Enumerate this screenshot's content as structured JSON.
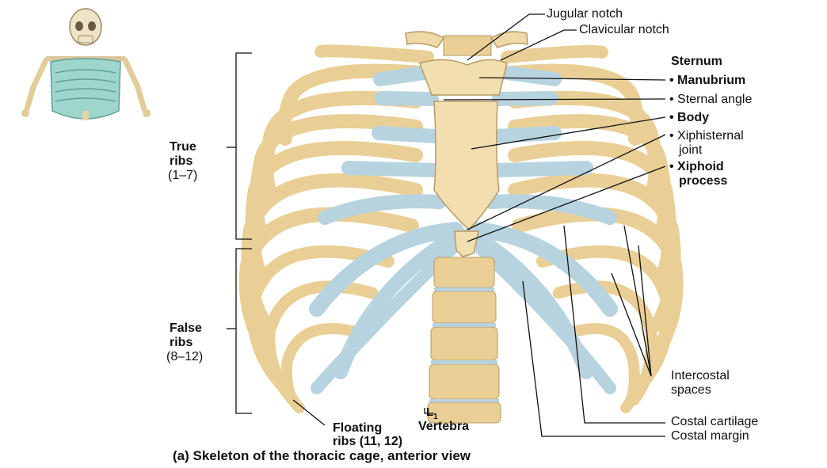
{
  "labels": {
    "jugular_notch": "Jugular notch",
    "clavicular_notch": "Clavicular notch",
    "sternum": "Sternum",
    "manubrium": "• Manubrium",
    "sternal_angle": "• Sternal angle",
    "body": "• Body",
    "xiphisternal_1": "• Xiphisternal",
    "xiphisternal_2": "joint",
    "xiphoid_1": "• Xiphoid",
    "xiphoid_2": "process",
    "true_ribs_1": "True",
    "true_ribs_2": "ribs",
    "true_ribs_3": "(1–7)",
    "false_ribs_1": "False",
    "false_ribs_2": "ribs",
    "false_ribs_3": "(8–12)",
    "floating_1": "Floating",
    "floating_2": "ribs (11, 12)",
    "l1": "L",
    "l1_sub": "1",
    "vertebra": "Vertebra",
    "intercostal_1": "Intercostal",
    "intercostal_2": "spaces",
    "costal_cartilage": "Costal cartilage",
    "costal_margin": "Costal margin"
  },
  "caption": "(a) Skeleton of the thoracic cage, anterior view",
  "colors": {
    "bone": "#efd9a6",
    "bone_edge": "#b89a62",
    "cartilage": "#b7d3df",
    "cartilage_edge": "#7ea3b4",
    "inset_ribs": "#9fd6cc"
  }
}
